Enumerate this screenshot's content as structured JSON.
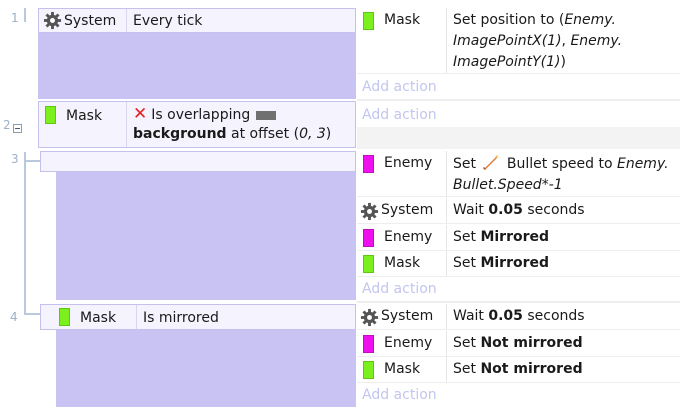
{
  "events": [
    {
      "number": "1",
      "conditions": [
        {
          "object": "System",
          "text": "Every tick"
        }
      ],
      "actions": [
        {
          "object": "Mask",
          "pre": "Set position to (",
          "e1": "Enemy.",
          "e2": "ImagePointX(1)",
          "mid": ", ",
          "e3": "Enemy.",
          "e4": "ImagePointY(1)",
          "post": ")"
        }
      ],
      "add_action": "Add action"
    },
    {
      "number": "2",
      "conditions": [
        {
          "object": "Mask",
          "text1": "Is overlapping",
          "text2": "background",
          "text3": " at offset (",
          "text4": "0, 3",
          "text5": ")"
        }
      ],
      "actions": [],
      "add_action": "Add action"
    },
    {
      "number": "3",
      "conditions": [],
      "actions": [
        {
          "object": "Enemy",
          "pre": "Set",
          "b": "Bullet speed to",
          "e1": "Enemy.",
          "e2": "Bullet.Speed*-1"
        },
        {
          "object": "System",
          "pre": "Wait ",
          "bold": "0.05",
          "post": " seconds"
        },
        {
          "object": "Enemy",
          "pre": "Set ",
          "bold": "Mirrored"
        },
        {
          "object": "Mask",
          "pre": "Set ",
          "bold": "Mirrored"
        }
      ],
      "add_action": "Add action"
    },
    {
      "number": "4",
      "conditions": [
        {
          "object": "Mask",
          "text": "Is mirrored"
        }
      ],
      "actions": [
        {
          "object": "System",
          "pre": "Wait ",
          "bold": "0.05",
          "post": " seconds"
        },
        {
          "object": "Enemy",
          "pre": "Set ",
          "bold": "Not mirrored"
        },
        {
          "object": "Mask",
          "pre": "Set ",
          "bold": "Not mirrored"
        }
      ],
      "add_action": "Add action"
    }
  ],
  "icons": {
    "system": "gear-icon",
    "mask": "green-sprite-icon",
    "enemy": "magenta-sprite-icon",
    "invert": "red-x-icon",
    "tiled_background": "tiled-background-icon",
    "bullet": "bullet-behavior-icon"
  },
  "colors": {
    "condition_block": "#c9c3f3",
    "condition_row": "#f4f3fe",
    "add_action": "#c3c6ef",
    "mask": "#7cf01f",
    "enemy": "#ee11ee",
    "line_numbers": "#9cb0c8"
  }
}
